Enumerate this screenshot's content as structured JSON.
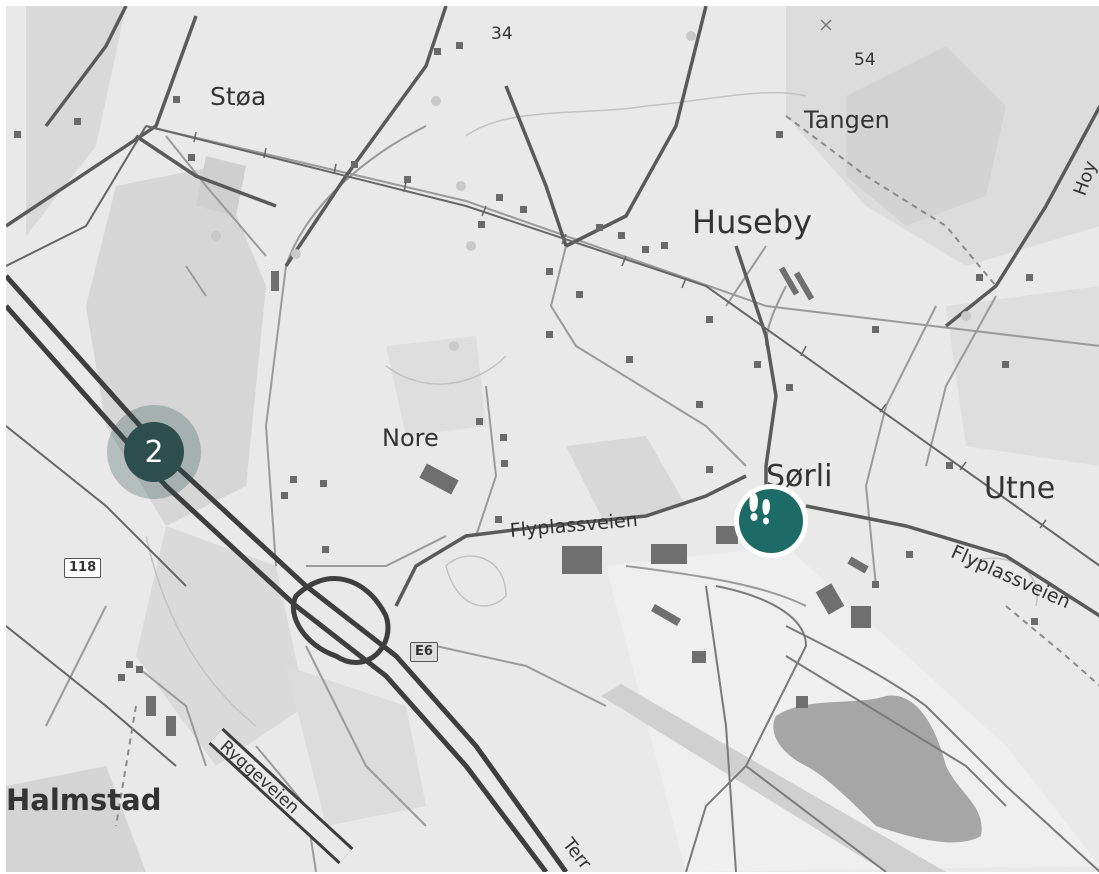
{
  "places": {
    "stoa": "Støa",
    "tangen": "Tangen",
    "huseby": "Huseby",
    "nore": "Nore",
    "sorli": "Sørli",
    "utne": "Utne",
    "halmstad": "Halmstad"
  },
  "elevations": {
    "e34": "34",
    "e54": "54"
  },
  "roads": {
    "flyplassveien_a": "Flyplassveien",
    "flyplassveien_b": "Flyplassveien",
    "ryggeveien": "Ryggeveien",
    "terr": "Terr",
    "hoy": "Hoy"
  },
  "shields": {
    "r118": "118",
    "e6": "E6"
  },
  "cluster": {
    "count": "2"
  },
  "marker": {
    "icon": "footprints-icon"
  }
}
